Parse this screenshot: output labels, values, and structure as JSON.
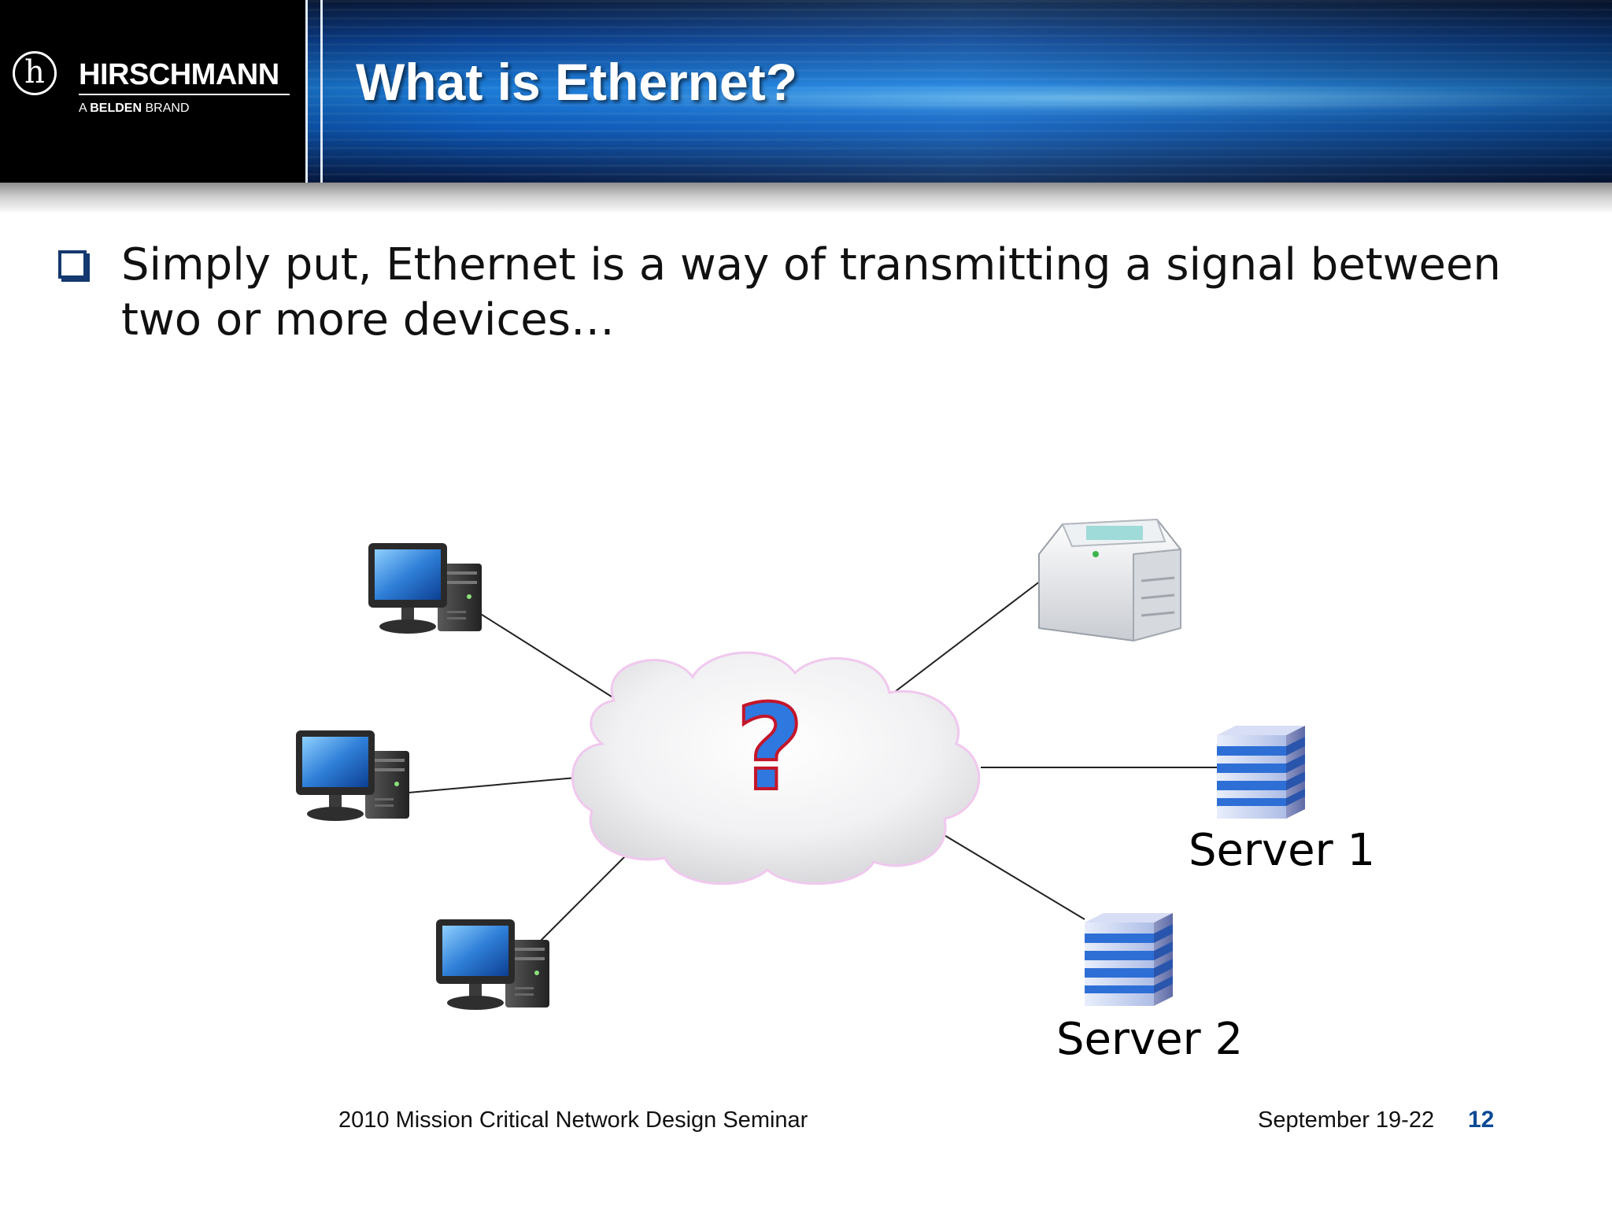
{
  "header": {
    "brand_name": "HIRSCHMANN",
    "brand_tag_prefix": "A",
    "brand_tag_strong": "BELDEN",
    "brand_tag_suffix": "BRAND",
    "logo_letter": "h",
    "title": "What is Ethernet?"
  },
  "body": {
    "bullet_text": "Simply put, Ethernet is a way of transmitting a signal between two or more devices…"
  },
  "diagram": {
    "center_symbol": "?",
    "server_1_label": "Server 1",
    "server_2_label": "Server 2",
    "nodes": [
      "workstation-icon",
      "workstation-icon",
      "workstation-icon",
      "printer-icon",
      "server-icon",
      "server-icon"
    ],
    "center_icon": "cloud-icon"
  },
  "footer": {
    "seminar": "2010 Mission Critical Network Design Seminar",
    "date": "September 19-22",
    "page_number": "12"
  },
  "colors": {
    "header_blue": "#0b3f8e",
    "bullet_navy": "#14386f",
    "page_number_blue": "#0d4a96",
    "monitor_screen": "#2f7fd8",
    "server_stripe": "#2e6fd6",
    "question_red": "#c4162a"
  }
}
